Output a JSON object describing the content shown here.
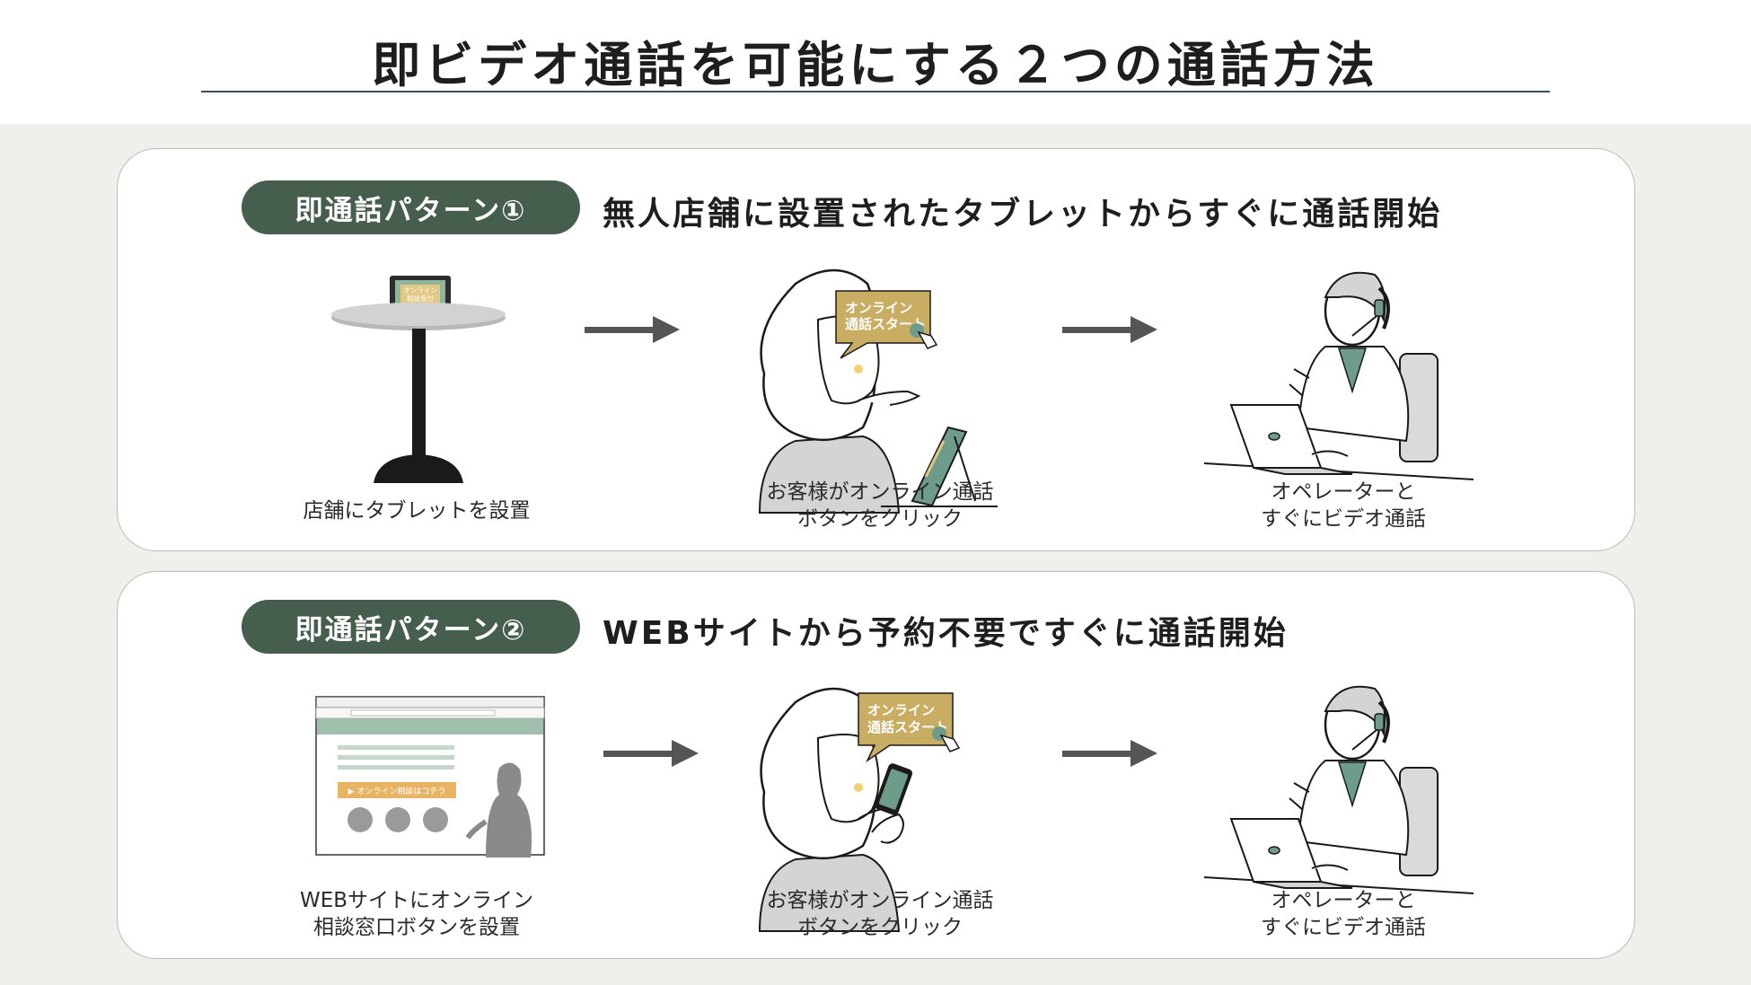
{
  "title": "即ビデオ通話を可能にする２つの通話方法",
  "patterns": [
    {
      "label": "即通話パターン①",
      "headline": "無人店舗に設置されたタブレットからすぐに通話開始",
      "steps": [
        {
          "caption": [
            "店舗にタブレットを設置"
          ]
        },
        {
          "caption": [
            "お客様がオンライン通話",
            "ボタンをクリック"
          ]
        },
        {
          "caption": [
            "オペレーターと",
            "すぐにビデオ通話"
          ]
        }
      ],
      "tablet_screen_text": [
        "オンライン",
        "相談受付"
      ],
      "bubble_text": [
        "オンライン",
        "通話スタート"
      ]
    },
    {
      "label": "即通話パターン②",
      "headline": "WEBサイトから予約不要ですぐに通話開始",
      "steps": [
        {
          "caption": [
            "WEBサイトにオンライン",
            "相談窓口ボタンを設置"
          ]
        },
        {
          "caption": [
            "お客様がオンライン通話",
            "ボタンをクリック"
          ]
        },
        {
          "caption": [
            "オペレーターと",
            "すぐにビデオ通話"
          ]
        }
      ],
      "web_button_text": "▶ オンライン相談はコチラ",
      "bubble_text": [
        "オンライン",
        "通話スタート"
      ]
    }
  ],
  "colors": {
    "pill": "#465e4e",
    "accent_green": "#6e9c8b",
    "accent_gold": "#c9ad62",
    "arrow": "#555555",
    "background": "#eef1eb"
  }
}
